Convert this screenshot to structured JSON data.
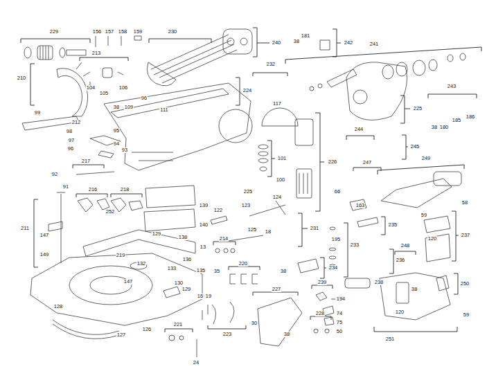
{
  "diagram": {
    "labels": [
      "229",
      "156",
      "157",
      "158",
      "159",
      "230",
      "240",
      "38",
      "181",
      "242",
      "241",
      "213",
      "210",
      "104",
      "105",
      "106",
      "232",
      "224",
      "117",
      "243",
      "225",
      "96",
      "111",
      "38",
      "109",
      "99",
      "212",
      "98",
      "97",
      "96",
      "95",
      "94",
      "93",
      "101",
      "226",
      "38",
      "180",
      "185",
      "186",
      "244",
      "245",
      "217",
      "92",
      "91",
      "100",
      "247",
      "249",
      "66",
      "58",
      "216",
      "218",
      "225",
      "163",
      "139",
      "140",
      "122",
      "123",
      "124",
      "211",
      "252",
      "147",
      "149",
      "125",
      "18",
      "231",
      "195",
      "233",
      "235",
      "59",
      "237",
      "120",
      "129",
      "138",
      "219",
      "136",
      "13",
      "214",
      "132",
      "133",
      "135",
      "147",
      "234",
      "38",
      "236",
      "248",
      "220",
      "35",
      "130",
      "129",
      "239",
      "194",
      "238",
      "250",
      "38",
      "227",
      "128",
      "16",
      "19",
      "126",
      "127",
      "221",
      "24",
      "223",
      "30",
      "38",
      "228",
      "74",
      "75",
      "50",
      "120",
      "59",
      "251"
    ]
  }
}
